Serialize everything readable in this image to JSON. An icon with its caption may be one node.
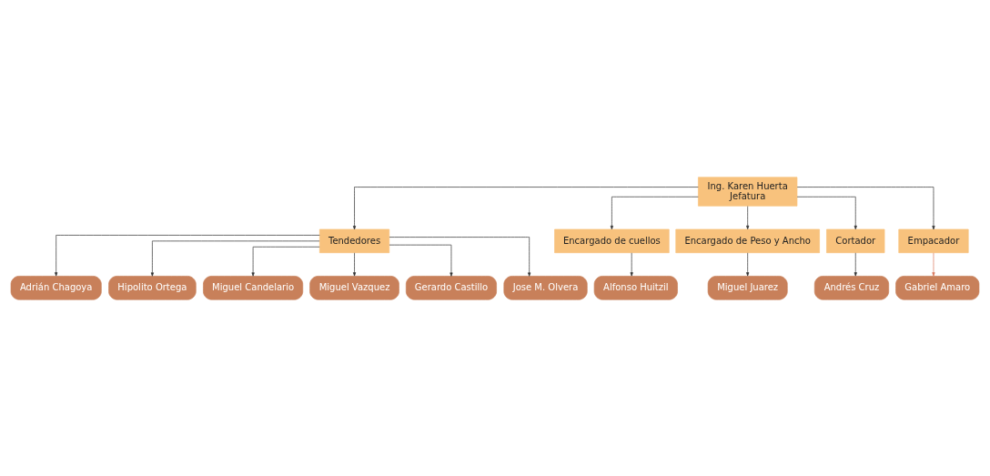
{
  "diagram": {
    "nodes": [
      {
        "text": [
          "Ing. Karen Huerta",
          "Jefatura"
        ]
      },
      {
        "text": [
          "Tendedores"
        ]
      },
      {
        "text": [
          "Encargado de cuellos"
        ]
      },
      {
        "text": [
          "Encargado de Peso y Ancho"
        ]
      },
      {
        "text": [
          "Cortador"
        ]
      },
      {
        "text": [
          "Empacador"
        ]
      },
      {
        "text": [
          "Adrián Chagoya"
        ]
      },
      {
        "text": [
          "Hipolito Ortega"
        ]
      },
      {
        "text": [
          "Miguel Candelario"
        ]
      },
      {
        "text": [
          "Miguel Vazquez"
        ]
      },
      {
        "text": [
          "Gerardo Castillo"
        ]
      },
      {
        "text": [
          "Jose M. Olvera"
        ]
      },
      {
        "text": [
          "Alfonso Huitzil"
        ]
      },
      {
        "text": [
          "Miguel Juarez"
        ]
      },
      {
        "text": [
          "Andrés Cruz"
        ]
      },
      {
        "text": [
          "Gabriel Amaro"
        ]
      }
    ],
    "edges": [
      {
        "from": 0,
        "to": 1,
        "arrow": "to"
      },
      {
        "from": 0,
        "to": 2,
        "arrow": "to"
      },
      {
        "from": 0,
        "to": 3,
        "arrow": "to"
      },
      {
        "from": 0,
        "to": 4,
        "arrow": "to"
      },
      {
        "from": 0,
        "to": 5,
        "arrow": "to"
      },
      {
        "from": 1,
        "to": 6,
        "arrow": "to"
      },
      {
        "from": 1,
        "to": 7,
        "arrow": "to"
      },
      {
        "from": 1,
        "to": 8,
        "arrow": "to"
      },
      {
        "from": 1,
        "to": 9,
        "arrow": "to"
      },
      {
        "from": 1,
        "to": 10,
        "arrow": "to"
      },
      {
        "from": 1,
        "to": 11,
        "arrow": "to"
      },
      {
        "from": 2,
        "to": 12,
        "arrow": "to"
      },
      {
        "from": 3,
        "to": 13,
        "arrow": "to"
      },
      {
        "from": 4,
        "to": 14,
        "arrow": "to"
      },
      {
        "from": 5,
        "to": 15,
        "arrow": "to",
        "color": "#d9785a"
      }
    ]
  }
}
